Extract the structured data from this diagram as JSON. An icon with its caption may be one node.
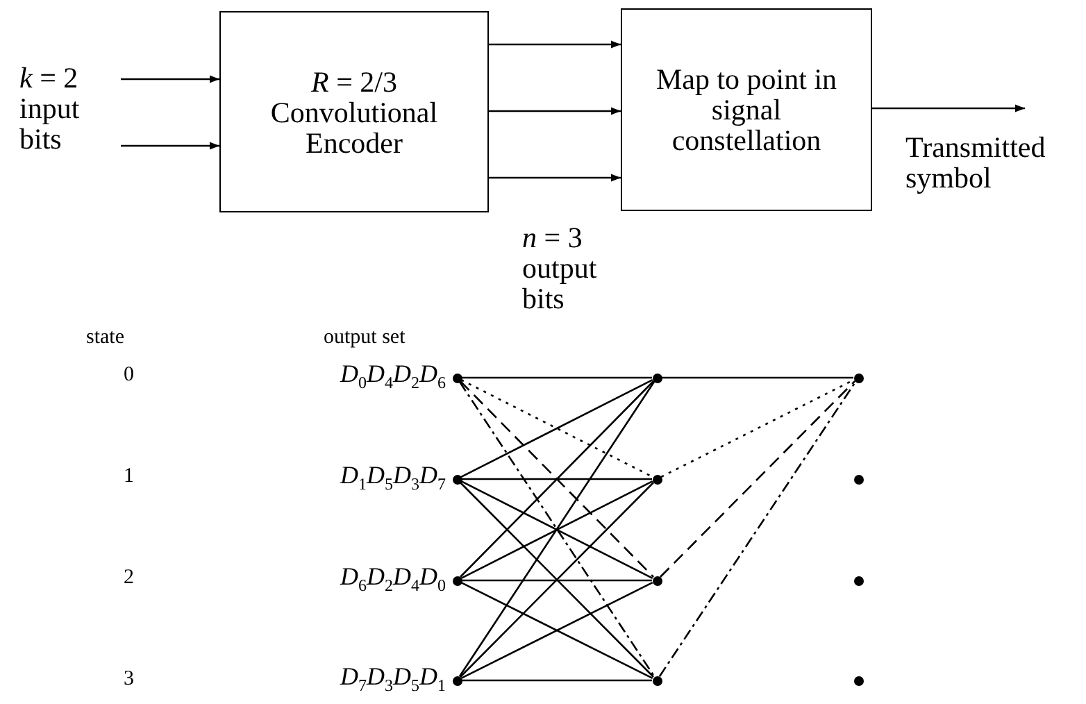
{
  "diagram": {
    "nodes": [
      {
        "text": [
          "*R* = 2/3",
          "Convolutional Encoder"
        ]
      },
      {
        "text": [
          "Map to point in signal constellation"
        ]
      },
      {
        "text": [],
        "shape": "circle",
        "beside": [
          "*D*$_{0}$*D*$_{4}$*D*$_{2}$*D*$_{6}$"
        ]
      },
      {
        "text": [],
        "shape": "circle",
        "beside": [
          "*D*$_{1}$*D*$_{5}$*D*$_{3}$*D*$_{7}$"
        ]
      },
      {
        "text": [],
        "shape": "circle",
        "beside": [
          "*D*$_{6}$*D*$_{2}$*D*$_{4}$*D*$_{0}$"
        ]
      },
      {
        "text": [],
        "shape": "circle",
        "beside": [
          "*D*$_{7}$*D*$_{3}$*D*$_{5}$*D*$_{1}$"
        ]
      },
      {
        "text": [],
        "shape": "circle"
      },
      {
        "text": [],
        "shape": "circle"
      },
      {
        "text": [],
        "shape": "circle"
      },
      {
        "text": [],
        "shape": "circle"
      },
      {
        "text": [],
        "shape": "circle"
      },
      {
        "text": [],
        "shape": "circle"
      },
      {
        "text": [],
        "shape": "circle"
      },
      {
        "text": [],
        "shape": "circle"
      }
    ],
    "edges": [
      {
        "from": null,
        "to": 0,
        "arrow": "to"
      },
      {
        "from": null,
        "to": 0,
        "arrow": "to"
      },
      {
        "from": 0,
        "to": 1,
        "arrow": "to"
      },
      {
        "from": 0,
        "to": 1,
        "arrow": "to"
      },
      {
        "from": 0,
        "to": 1,
        "arrow": "to"
      },
      {
        "from": 1,
        "to": null,
        "arrow": "to"
      },
      {
        "from": 2,
        "to": 6,
        "arrow": "none"
      },
      {
        "from": 2,
        "to": 7,
        "arrow": "none",
        "style": "dashed"
      },
      {
        "from": 2,
        "to": 8,
        "arrow": "none",
        "style": "dashed"
      },
      {
        "from": 2,
        "to": 9,
        "arrow": "none",
        "style": "dashed"
      },
      {
        "from": 3,
        "to": 6,
        "arrow": "none"
      },
      {
        "from": 3,
        "to": 7,
        "arrow": "none"
      },
      {
        "from": 3,
        "to": 8,
        "arrow": "none"
      },
      {
        "from": 3,
        "to": 9,
        "arrow": "none"
      },
      {
        "from": 4,
        "to": 6,
        "arrow": "none"
      },
      {
        "from": 4,
        "to": 7,
        "arrow": "none"
      },
      {
        "from": 4,
        "to": 8,
        "arrow": "none"
      },
      {
        "from": 4,
        "to": 9,
        "arrow": "none"
      },
      {
        "from": 5,
        "to": 6,
        "arrow": "none"
      },
      {
        "from": 5,
        "to": 7,
        "arrow": "none"
      },
      {
        "from": 5,
        "to": 8,
        "arrow": "none"
      },
      {
        "from": 5,
        "to": 9,
        "arrow": "none"
      },
      {
        "from": 6,
        "to": 10,
        "arrow": "none"
      },
      {
        "from": 7,
        "to": 10,
        "arrow": "none",
        "style": "dashed"
      },
      {
        "from": 8,
        "to": 10,
        "arrow": "none",
        "style": "dashed"
      },
      {
        "from": 9,
        "to": 10,
        "arrow": "none",
        "style": "dashed"
      }
    ],
    "labels": [
      "*k* = 2 input bits",
      "Transmitted symbol",
      "*n* = 3 output bits",
      "state",
      "output set",
      "0",
      "1",
      "2",
      "3"
    ]
  }
}
